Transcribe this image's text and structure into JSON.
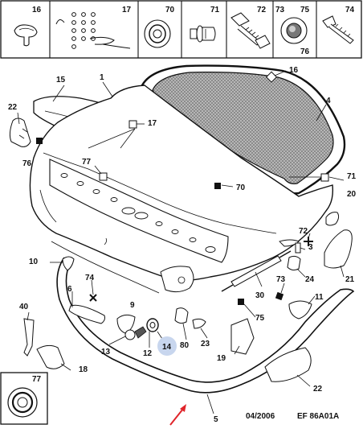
{
  "legend_panels": [
    {
      "number": "16",
      "icon": "push-clip-icon"
    },
    {
      "number": "17",
      "icon": "seal-kit-icon"
    },
    {
      "number": "70",
      "icon": "grommet-icon"
    },
    {
      "number": "71",
      "icon": "rivet-clip-icon"
    },
    {
      "number": "72",
      "icon": "bolt-icon"
    },
    {
      "number": "73",
      "icon": "plug-icon"
    },
    {
      "number": "75",
      "icon": "plug-icon"
    },
    {
      "number": "76",
      "icon": "plug-icon"
    },
    {
      "number": "74",
      "icon": "screw-icon"
    }
  ],
  "inset": {
    "number": "77",
    "icon": "ring-plug-icon"
  },
  "callouts": {
    "c1": "1",
    "c4": "4",
    "c15": "15",
    "c16": "16",
    "c17": "17",
    "c22a": "22",
    "c76": "76",
    "c77": "77",
    "c70": "70",
    "c71": "71",
    "c20": "20",
    "c72": "72",
    "c3": "3",
    "c10": "10",
    "c6": "6",
    "c74": "74",
    "c24": "24",
    "c21": "21",
    "c73": "73",
    "c11": "11",
    "c30": "30",
    "c75": "75",
    "c40": "40",
    "c9": "9",
    "c13": "13",
    "c12": "12",
    "c14": "14",
    "c80": "80",
    "c23": "23",
    "c19": "19",
    "c18": "18",
    "c22b": "22",
    "c5": "5"
  },
  "highlight_color": "#c8d6ee",
  "arrow_color": "#e0242a",
  "footer": {
    "date": "04/2006",
    "reference": "EF 86A01A"
  }
}
